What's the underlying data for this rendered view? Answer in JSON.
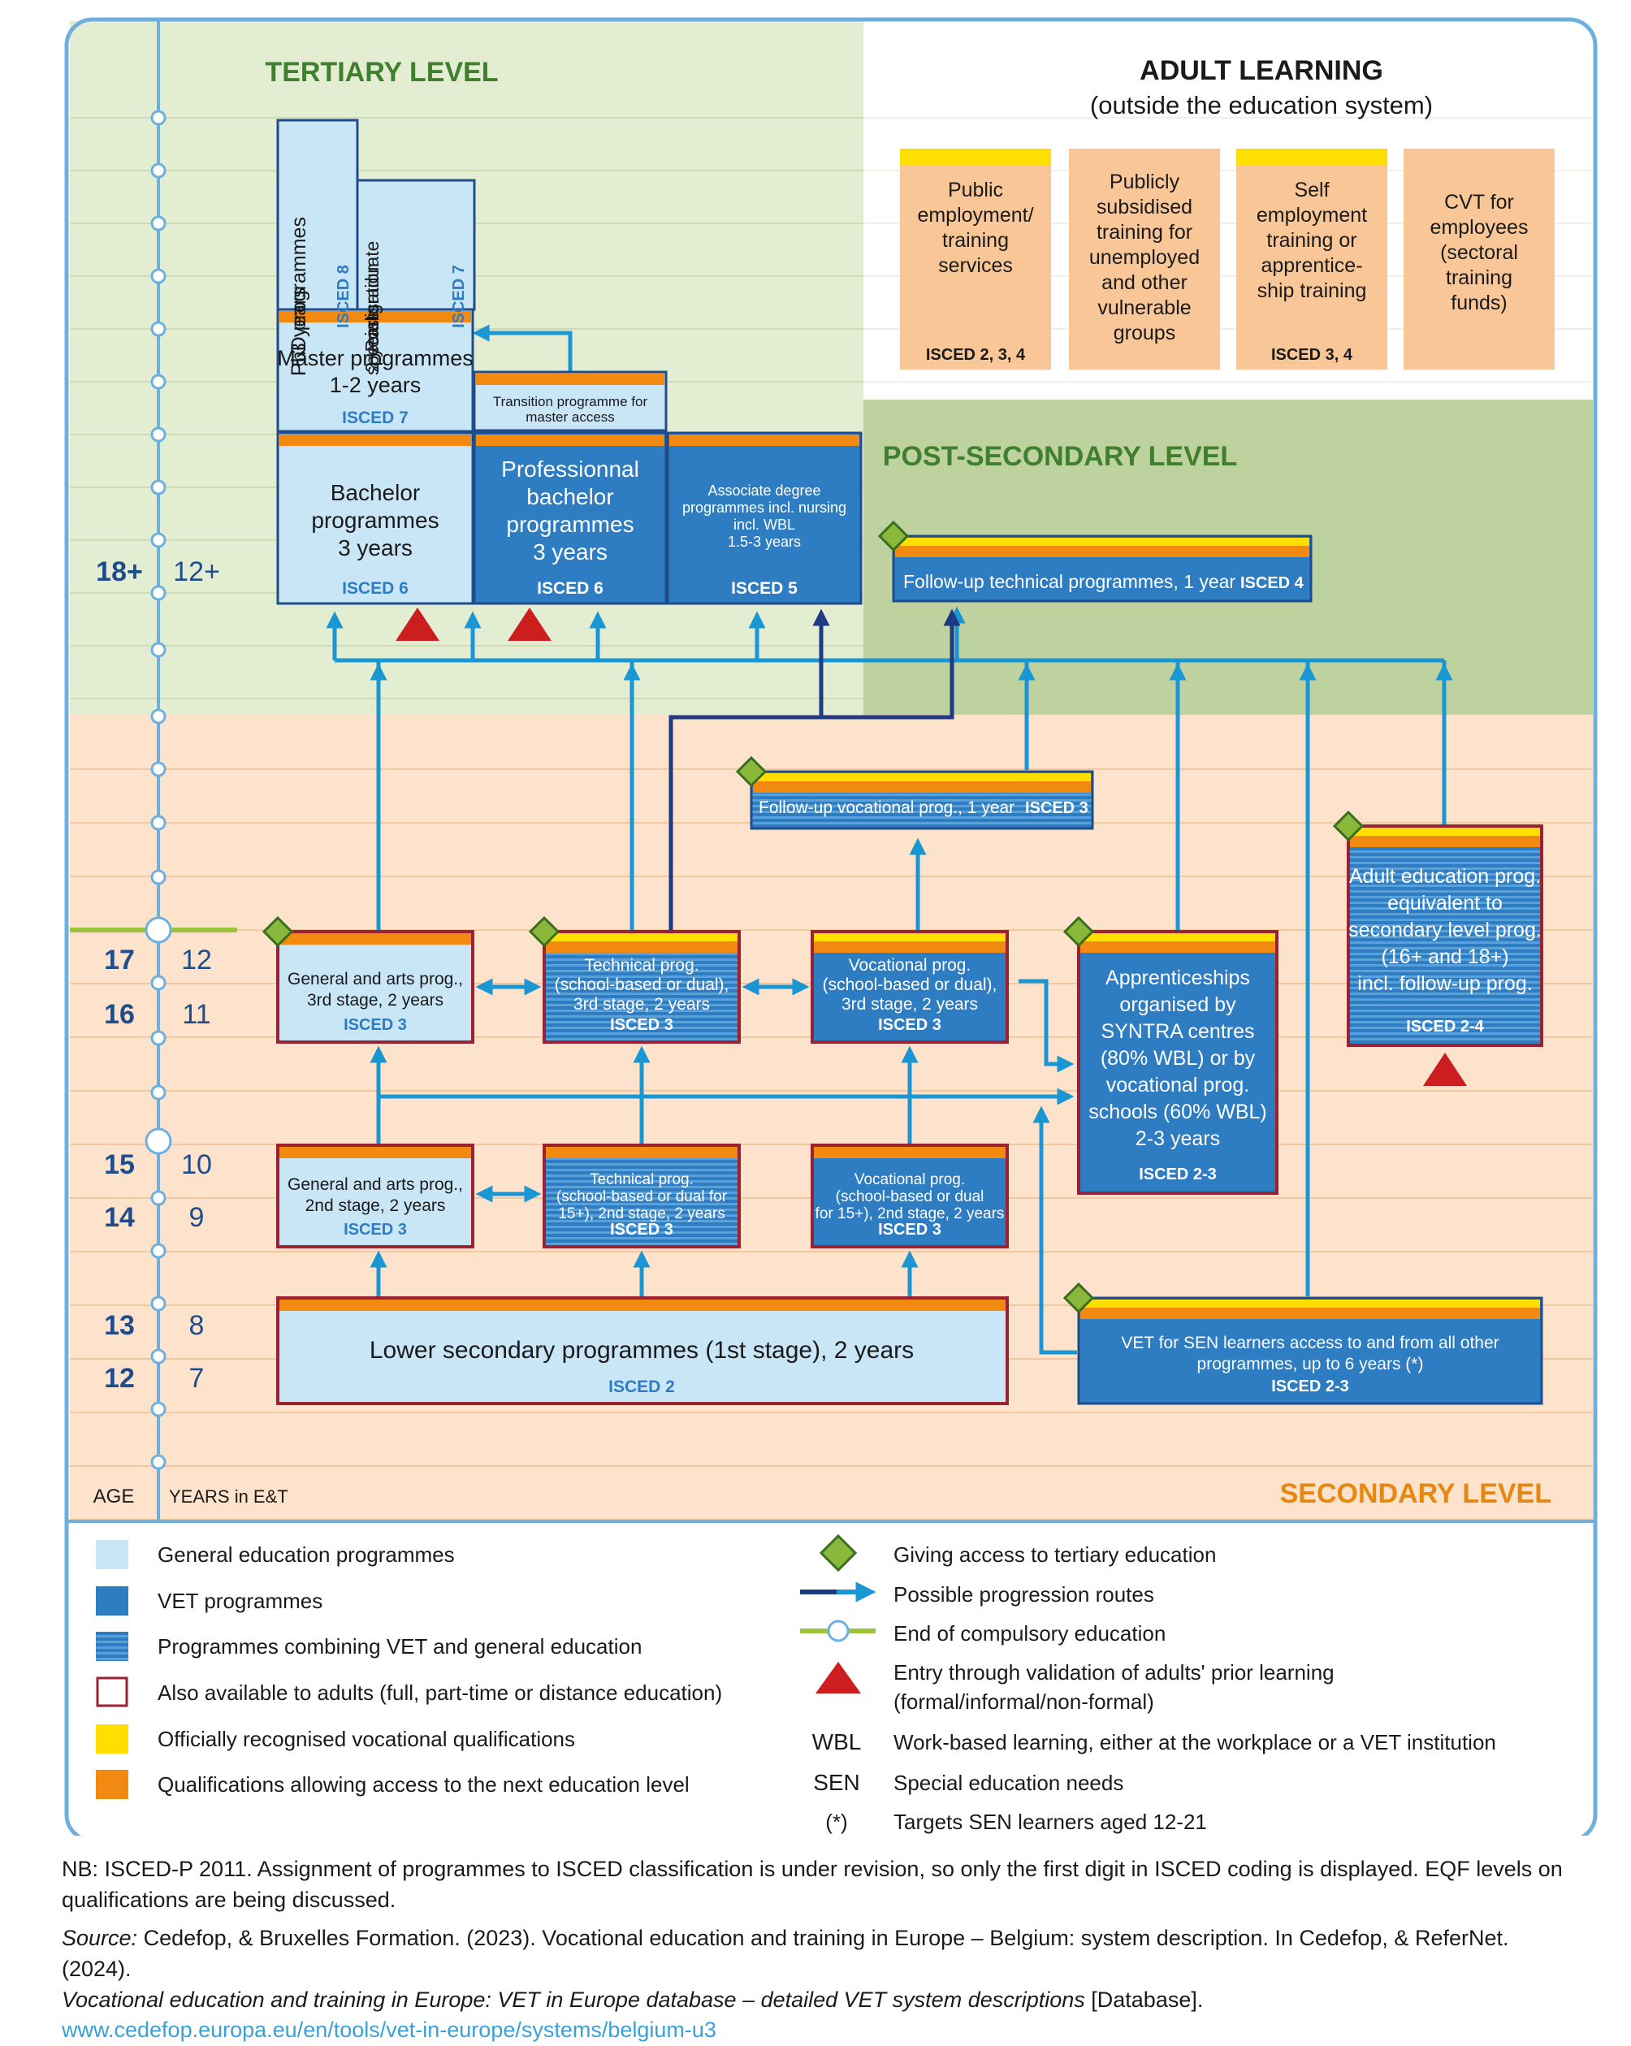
{
  "levels": {
    "tertiary": "TERTIARY LEVEL",
    "post_secondary": "POST-SECONDARY LEVEL",
    "secondary": "SECONDARY LEVEL",
    "adult_title": "ADULT LEARNING",
    "adult_subtitle": "(outside the education system)"
  },
  "axis": {
    "age_label": "AGE",
    "years_label": "YEARS in E&T",
    "rows": [
      {
        "age": "18+",
        "years": "12+"
      },
      {
        "age": "17",
        "years": "12"
      },
      {
        "age": "16",
        "years": "11"
      },
      {
        "age": "15",
        "years": "10"
      },
      {
        "age": "14",
        "years": "9"
      },
      {
        "age": "13",
        "years": "8"
      },
      {
        "age": "12",
        "years": "7"
      }
    ]
  },
  "adult_boxes": [
    {
      "text": [
        "Public",
        "employment/",
        "training",
        "services"
      ],
      "isced": "ISCED 2, 3, 4"
    },
    {
      "text": [
        "Publicly",
        "subsidised",
        "training for",
        "unemployed",
        "and other",
        "vulnerable",
        "groups"
      ],
      "isced": ""
    },
    {
      "text": [
        "Self",
        "employment",
        "training or",
        "apprentice-",
        "ship training"
      ],
      "isced": "ISCED 3, 4"
    },
    {
      "text": [
        "CVT for",
        "employees",
        "(sectoral",
        "training",
        "funds)"
      ],
      "isced": ""
    }
  ],
  "programmes": {
    "phd": {
      "text": [
        "PhD programmes",
        "3 years"
      ],
      "isced": "ISCED 8"
    },
    "postgrad": {
      "text": [
        "Postgraduate",
        "specialisation",
        "2 years"
      ],
      "isced": "ISCED 7"
    },
    "master": {
      "text": [
        "Master programmes",
        "1-2 years"
      ],
      "isced": "ISCED 7"
    },
    "transition": {
      "text": [
        "Transition programme for",
        "master access"
      ],
      "isced": ""
    },
    "bachelor": {
      "text": [
        "Bachelor",
        "programmes",
        "3 years"
      ],
      "isced": "ISCED 6"
    },
    "prof_bachelor": {
      "text": [
        "Professionnal",
        "bachelor",
        "programmes",
        "3 years"
      ],
      "isced": "ISCED 6"
    },
    "associate": {
      "text": [
        "Associate degree",
        "programmes incl. nursing",
        "incl. WBL",
        "1.5-3 years"
      ],
      "isced": "ISCED 5"
    },
    "followup_tech": {
      "text": "Follow-up technical programmes, 1 year",
      "isced": "ISCED 4"
    },
    "followup_voc": {
      "text": "Follow-up vocational prog., 1 year",
      "isced": "ISCED 3"
    },
    "adult_ed": {
      "text": [
        "Adult education prog.",
        "equivalent to",
        "secondary level prog.",
        "(16+ and 18+)",
        "incl. follow-up prog."
      ],
      "isced": "ISCED 2-4"
    },
    "gen3": {
      "text": [
        "General and arts prog.,",
        "3rd stage, 2 years"
      ],
      "isced": "ISCED 3"
    },
    "tech3": {
      "text": [
        "Technical prog.",
        "(school-based or dual),",
        "3rd stage, 2 years"
      ],
      "isced": "ISCED 3"
    },
    "voc3": {
      "text": [
        "Vocational prog.",
        "(school-based or dual),",
        "3rd stage, 2 years"
      ],
      "isced": "ISCED 3"
    },
    "appr": {
      "text": [
        "Apprenticeships",
        "organised by",
        "SYNTRA centres",
        "(80% WBL) or by",
        "vocational prog.",
        "schools (60% WBL)",
        "2-3 years"
      ],
      "isced": "ISCED 2-3"
    },
    "gen2": {
      "text": [
        "General and arts prog.,",
        "2nd stage, 2 years"
      ],
      "isced": "ISCED 3"
    },
    "tech2": {
      "text": [
        "Technical prog.",
        "(school-based or dual for",
        "15+), 2nd stage, 2 years"
      ],
      "isced": "ISCED 3"
    },
    "voc2": {
      "text": [
        "Vocational prog.",
        "(school-based or dual",
        "for 15+), 2nd stage, 2 years"
      ],
      "isced": "ISCED 3"
    },
    "lower": {
      "text": "Lower secondary programmes (1st stage), 2 years",
      "isced": "ISCED 2"
    },
    "sen": {
      "text": [
        "VET for SEN learners access to and from all other",
        "programmes, up to 6 years  (*)"
      ],
      "isced": "ISCED 2-3"
    }
  },
  "legend": {
    "left": [
      "General education programmes",
      "VET programmes",
      "Programmes combining VET and general education",
      "Also available to adults (full, part-time or distance education)",
      "Officially recognised vocational qualifications",
      "Qualifications allowing access to the next education level"
    ],
    "right": [
      "Giving access to tertiary education",
      "Possible progression routes",
      "End of compulsory education",
      "Entry through validation of adults' prior learning",
      "(formal/informal/non-formal)",
      "Work-based learning, either at the workplace or a VET institution",
      "Special education needs",
      "Targets SEN learners aged 12-21"
    ],
    "abbr": [
      "WBL",
      "SEN",
      "(*)"
    ]
  },
  "notes": {
    "nb": "NB: ISCED-P 2011. Assignment of programmes to ISCED classification is under revision, so only the first digit in ISCED coding is displayed. EQF levels on qualifications are being discussed.",
    "source_label": "Source:",
    "source_text": " Cedefop, & Bruxelles Formation. (2023). Vocational education and training in Europe – Belgium: system description. In Cedefop, & ReferNet. (2024).",
    "source_italic": "Vocational education and training in Europe: VET in Europe database – detailed VET system descriptions",
    "source_end": " [Database].",
    "url": "www.cedefop.europa.eu/en/tools/vet-in-europe/systems/belgium-u3"
  },
  "colors": {
    "general": "#c9e6f7",
    "vet": "#2e7cc1",
    "frame": "#6db0e0",
    "adult_border": "#9b2232",
    "yellow": "#ffdf00",
    "orange": "#f28a12",
    "tertiary_bg": "#e3edd2",
    "post_bg": "#bed29f",
    "secondary_bg": "#fde3cc",
    "adult_box": "#f9c797",
    "arrow": "#1a97d3",
    "arrow_dark": "#1e3a82",
    "diamond": "#8ab83b",
    "triangle": "#cc1e1e",
    "title_green": "#3f7f2e",
    "title_orange": "#e88710",
    "axis_text": "#1f4d8c"
  }
}
